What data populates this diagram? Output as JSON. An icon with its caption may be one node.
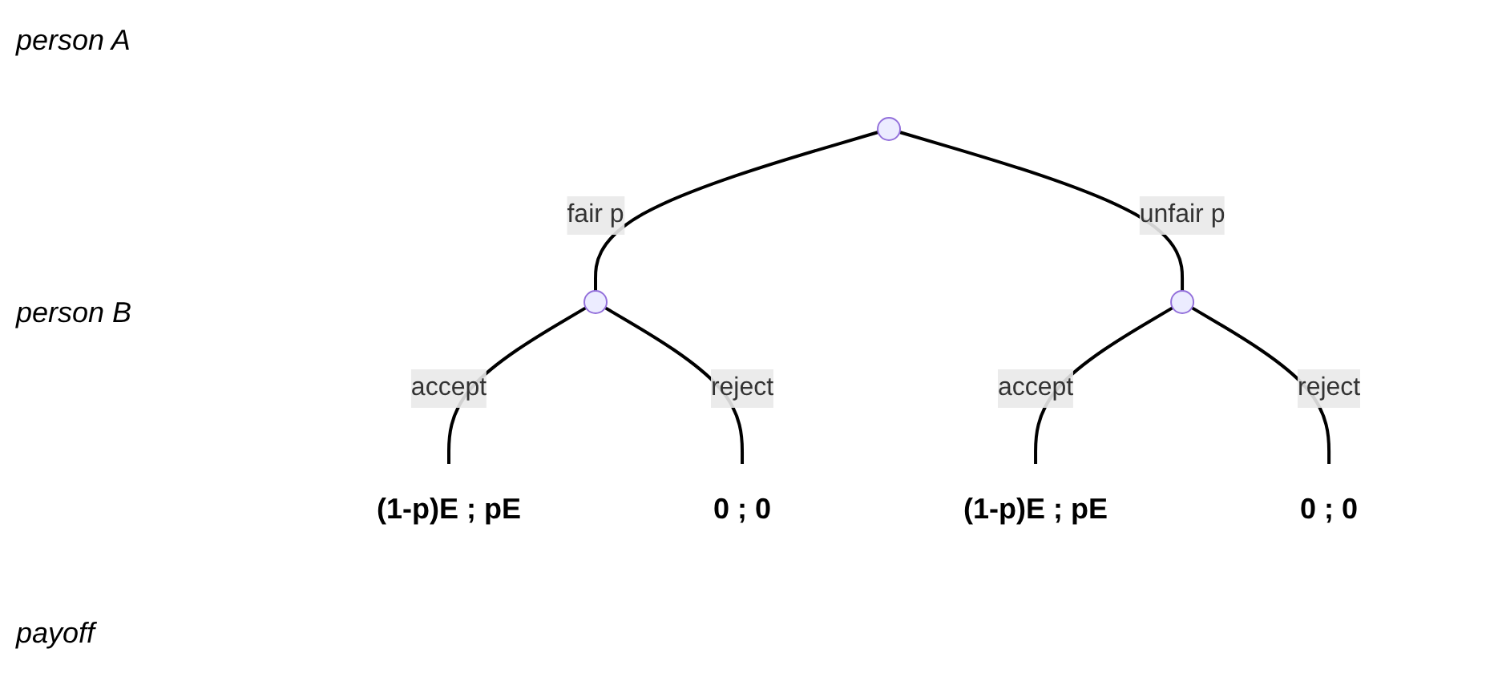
{
  "diagram": {
    "nodes": [
      {
        "text": [],
        "shape": "circle"
      },
      {
        "text": [],
        "shape": "circle"
      },
      {
        "text": [],
        "shape": "circle"
      },
      {
        "text": [
          "(1-p)E ; pE"
        ]
      },
      {
        "text": [
          "0 ; 0"
        ]
      },
      {
        "text": [
          "(1-p)E ; pE"
        ]
      },
      {
        "text": [
          "0 ; 0"
        ]
      }
    ],
    "edges": [
      {
        "from": 0,
        "to": 1,
        "arrow": "none",
        "label": "fair p"
      },
      {
        "from": 0,
        "to": 2,
        "arrow": "none",
        "label": "unfair p"
      },
      {
        "from": 1,
        "to": 3,
        "arrow": "none",
        "label": "accept"
      },
      {
        "from": 1,
        "to": 4,
        "arrow": "none",
        "label": "reject"
      },
      {
        "from": 2,
        "to": 5,
        "arrow": "none",
        "label": "accept"
      },
      {
        "from": 2,
        "to": 6,
        "arrow": "none",
        "label": "reject"
      }
    ],
    "labels": [
      "person A",
      "person B",
      "payoff"
    ]
  }
}
